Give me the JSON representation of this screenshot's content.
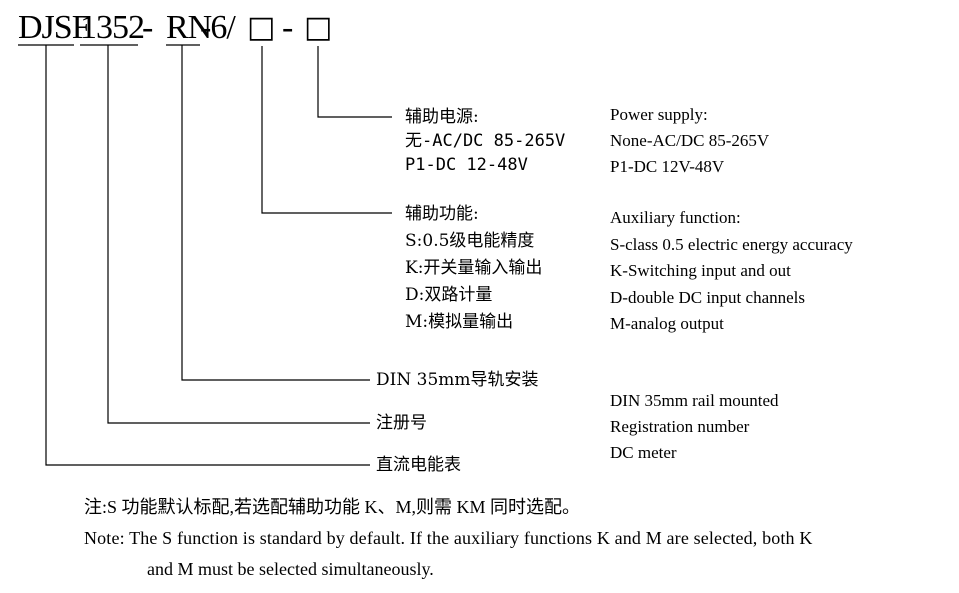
{
  "model_code": {
    "prefix": "DJSF",
    "number": "1352",
    "dash1": "-",
    "rn": "RN",
    "suffix": "-6/",
    "box1": "□",
    "dash2": "-",
    "box2": "□"
  },
  "power_supply": {
    "cn_title": "辅助电源:",
    "cn_lines": [
      "无-AC/DC 85-265V",
      "P1-DC 12-48V"
    ],
    "en_title": "Power supply:",
    "en_lines": [
      "None-AC/DC 85-265V",
      "P1-DC 12V-48V"
    ]
  },
  "aux_function": {
    "cn_title": "辅助功能:",
    "cn_lines": [
      "S:0.5级电能精度",
      "K:开关量输入输出",
      "D:双路计量",
      "M:模拟量输出"
    ],
    "en_title": "Auxiliary function:",
    "en_lines": [
      "S-class 0.5 electric energy accuracy",
      "K-Switching input and out",
      "D-double DC input channels",
      "M-analog output"
    ]
  },
  "rail": {
    "cn": "DIN 35mm导轨安装",
    "en": "DIN 35mm rail mounted"
  },
  "registration": {
    "cn": "注册号",
    "en": "Registration number"
  },
  "meter": {
    "cn": "直流电能表",
    "en": "DC meter"
  },
  "notes": {
    "cn": "注:S 功能默认标配,若选配辅助功能 K、M,则需 KM 同时选配。",
    "en_line1": "Note: The S function is standard by default. If the auxiliary functions K and M are selected, both K",
    "en_line2": "and M must be selected simultaneously."
  }
}
